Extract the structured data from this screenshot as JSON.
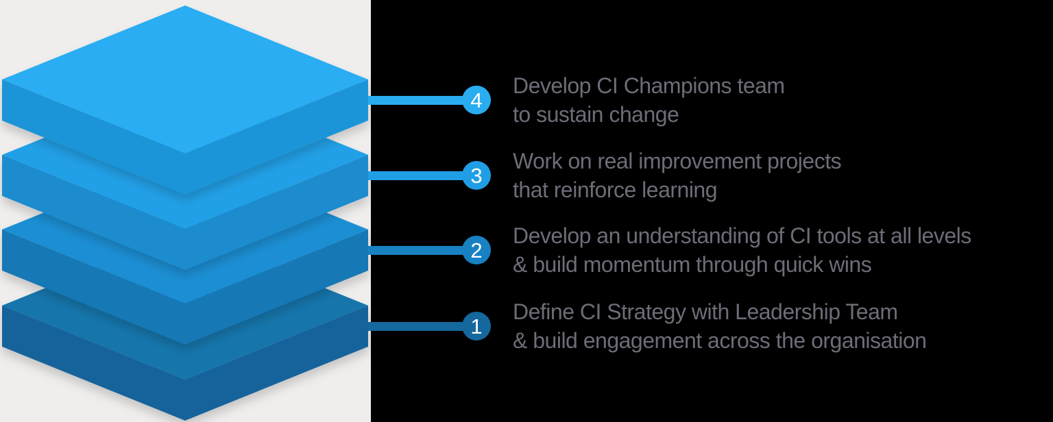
{
  "canvas": {
    "page_background": "#000000",
    "panel_background": "#efeeed",
    "text_color": "#6e6c78"
  },
  "stack": {
    "layers": [
      {
        "id": "4",
        "top_color": "#29adf2",
        "side_color": "#1f95d8"
      },
      {
        "id": "3",
        "top_color": "#22a0e7",
        "side_color": "#1b8cce"
      },
      {
        "id": "2",
        "top_color": "#1b8fd4",
        "side_color": "#1678b5"
      },
      {
        "id": "1",
        "top_color": "#1876ac",
        "side_color": "#14639b"
      }
    ]
  },
  "callouts": [
    {
      "number": "4",
      "color": "#29acf0",
      "lines": [
        "Develop CI Champions team",
        "to sustain change"
      ]
    },
    {
      "number": "3",
      "color": "#209ee5",
      "lines": [
        "Work on real improvement projects",
        "that reinforce learning"
      ]
    },
    {
      "number": "2",
      "color": "#1881c2",
      "lines": [
        "Develop an understanding of CI tools at all levels",
        "& build momentum through quick wins"
      ]
    },
    {
      "number": "1",
      "color": "#15689d",
      "lines": [
        "Define CI Strategy with Leadership Team",
        "& build engagement across the organisation"
      ]
    }
  ]
}
